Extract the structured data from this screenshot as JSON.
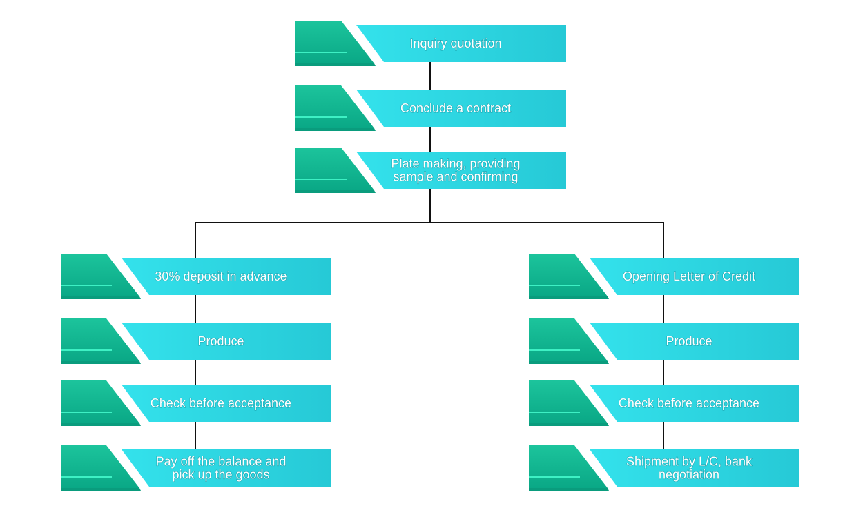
{
  "diagram": {
    "colors": {
      "banner": "#2cd6e0",
      "banner_light": "#34e2ec",
      "tab": "#12b894",
      "tab_dark": "#0a9c7d",
      "tab_line": "#3ef0c4",
      "connector": "#111111",
      "label": "#ffffff"
    },
    "nodes": [
      {
        "id": "inquiry-quotation",
        "lines": [
          "Inquiry quotation"
        ]
      },
      {
        "id": "conclude-contract",
        "lines": [
          "Conclude a contract"
        ]
      },
      {
        "id": "plate-making",
        "lines": [
          "Plate making, providing",
          "sample and confirming"
        ]
      },
      {
        "id": "deposit-advance",
        "lines": [
          "30% deposit in advance"
        ]
      },
      {
        "id": "produce-left",
        "lines": [
          "Produce"
        ]
      },
      {
        "id": "check-left",
        "lines": [
          "Check before acceptance"
        ]
      },
      {
        "id": "pay-balance",
        "lines": [
          "Pay off the balance and",
          "pick up the goods"
        ]
      },
      {
        "id": "opening-lc",
        "lines": [
          "Opening Letter of Credit"
        ]
      },
      {
        "id": "produce-right",
        "lines": [
          "Produce"
        ]
      },
      {
        "id": "check-right",
        "lines": [
          "Check before acceptance"
        ]
      },
      {
        "id": "shipment-lc",
        "lines": [
          "Shipment by L/C, bank",
          "negotiation"
        ]
      }
    ],
    "edges": [
      [
        "inquiry-quotation",
        "conclude-contract"
      ],
      [
        "conclude-contract",
        "plate-making"
      ],
      [
        "plate-making",
        "deposit-advance"
      ],
      [
        "plate-making",
        "opening-lc"
      ],
      [
        "deposit-advance",
        "produce-left"
      ],
      [
        "produce-left",
        "check-left"
      ],
      [
        "check-left",
        "pay-balance"
      ],
      [
        "opening-lc",
        "produce-right"
      ],
      [
        "produce-right",
        "check-right"
      ],
      [
        "check-right",
        "shipment-lc"
      ]
    ]
  }
}
